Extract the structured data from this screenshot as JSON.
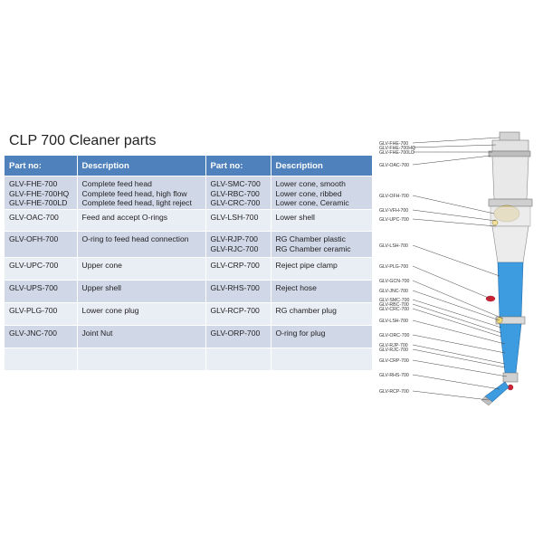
{
  "title": "CLP 700 Cleaner parts",
  "table": {
    "headers": [
      "Part no:",
      "Description",
      "Part no:",
      "Description"
    ],
    "rows": [
      {
        "p1": [
          "GLV-FHE-700",
          "GLV-FHE-700HQ",
          "GLV-FHE-700LD"
        ],
        "d1": [
          "Complete feed head",
          "Complete feed head, high flow",
          "Complete feed head, light reject"
        ],
        "p2": [
          "GLV-SMC-700",
          "GLV-RBC-700",
          "GLV-CRC-700"
        ],
        "d2": [
          "Lower cone, smooth",
          "Lower cone, ribbed",
          "Lower cone, Ceramic"
        ]
      },
      {
        "p1": [
          "GLV-OAC-700"
        ],
        "d1": [
          "Feed and accept O-rings"
        ],
        "p2": [
          "GLV-LSH-700"
        ],
        "d2": [
          "Lower shell"
        ]
      },
      {
        "p1": [
          "GLV-OFH-700"
        ],
        "d1": [
          "O-ring to feed head connection"
        ],
        "p2": [
          "GLV-RJP-700",
          "GLV-RJC-700"
        ],
        "d2": [
          "RG Chamber plastic",
          "RG Chamber ceramic"
        ]
      },
      {
        "p1": [
          "GLV-UPC-700"
        ],
        "d1": [
          "Upper cone"
        ],
        "p2": [
          "GLV-CRP-700"
        ],
        "d2": [
          "Reject pipe clamp"
        ]
      },
      {
        "p1": [
          "GLV-UPS-700"
        ],
        "d1": [
          "Upper shell"
        ],
        "p2": [
          "GLV-RHS-700"
        ],
        "d2": [
          "Reject hose"
        ]
      },
      {
        "p1": [
          "GLV-PLG-700"
        ],
        "d1": [
          "Lower cone plug"
        ],
        "p2": [
          "GLV-RCP-700"
        ],
        "d2": [
          "RG chamber plug"
        ]
      },
      {
        "p1": [
          "GLV-JNC-700"
        ],
        "d1": [
          "Joint Nut"
        ],
        "p2": [
          "GLV-ORP-700"
        ],
        "d2": [
          "O-ring for plug"
        ]
      },
      {
        "p1": [],
        "d1": [],
        "p2": [],
        "d2": []
      }
    ]
  },
  "diagram_labels": [
    "GLV-FHE-700",
    "GLV-FHE-700HQ",
    "GLV-FHE-700LD",
    "GLV-OAC-700",
    "GLV-OFH-700",
    "GLV-VFH-700",
    "GLV-UPC-700",
    "GLV-LSH-700",
    "GLV-PLG-700",
    "GLV-GCN-700",
    "GLV-JNC-700",
    "GLV-SMC-700",
    "GLV-RBC-700",
    "GLV-CRC-700",
    "GLV-LSH-700",
    "GLV-ORC-700",
    "GLV-RJP-700",
    "GLV-RJC-700",
    "GLV-CRP-700",
    "GLV-RHS-700",
    "GLV-RCP-700"
  ],
  "colors": {
    "header": "#4f81bd",
    "row_odd": "#e9edf4",
    "row_even": "#d0d8e8",
    "body_blue": "#3d9be0"
  }
}
